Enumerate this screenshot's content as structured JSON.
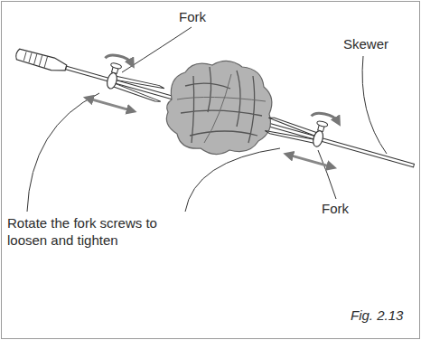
{
  "diagram": {
    "caption": "Fig. 2.13",
    "labels": [
      "Fork",
      "Skewer",
      "Rotate the fork screws to loosen and tighten",
      "Fork"
    ]
  }
}
